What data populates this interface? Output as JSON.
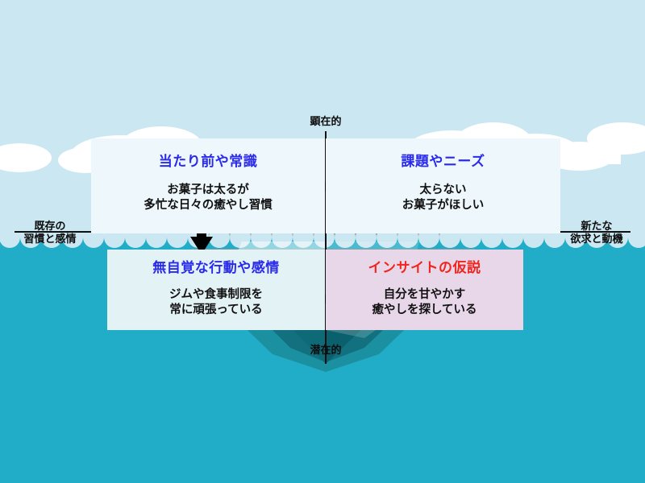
{
  "diagram": {
    "title_axes": {
      "top": "顕在的",
      "bottom": "潜在的",
      "left": "既存の\n習慣と感情",
      "right": "新たな\n欲求と動機"
    },
    "quadrants": [
      {
        "id": "top-left",
        "heading": "当たり前や常識",
        "heading_color": "#2a2aec",
        "body": "お菓子は太るが\n多忙な日々の癒やし習慣",
        "panel_color": "#eef7fb"
      },
      {
        "id": "top-right",
        "heading": "課題やニーズ",
        "heading_color": "#2a2aec",
        "body": "太らない\nお菓子がほしい",
        "panel_color": "#eef7fb"
      },
      {
        "id": "bottom-left",
        "heading": "無自覚な行動や感情",
        "heading_color": "#2a2aec",
        "body": "ジムや食事制限を\n常に頑張っている",
        "panel_color": "#e3f2f5"
      },
      {
        "id": "bottom-right",
        "heading": "インサイトの仮説",
        "heading_color": "#f0261e",
        "body": "自分を甘やかす\n癒やしを探している",
        "panel_color": "#e7d7e9"
      }
    ],
    "arrows": [
      {
        "id": "arrow-left",
        "direction": "left",
        "label": ""
      },
      {
        "id": "arrow-right",
        "direction": "right",
        "label": ""
      },
      {
        "id": "arrow-down",
        "direction": "down",
        "label": ""
      }
    ],
    "colors": {
      "sky": "#cbe7f1",
      "sea": "#21adc7",
      "iceberg_above": "#ffffff",
      "iceberg_below": "#0e6a77",
      "heading_blue": "#2a2aec",
      "heading_red": "#f0261e",
      "axis_line": "#111111"
    }
  }
}
